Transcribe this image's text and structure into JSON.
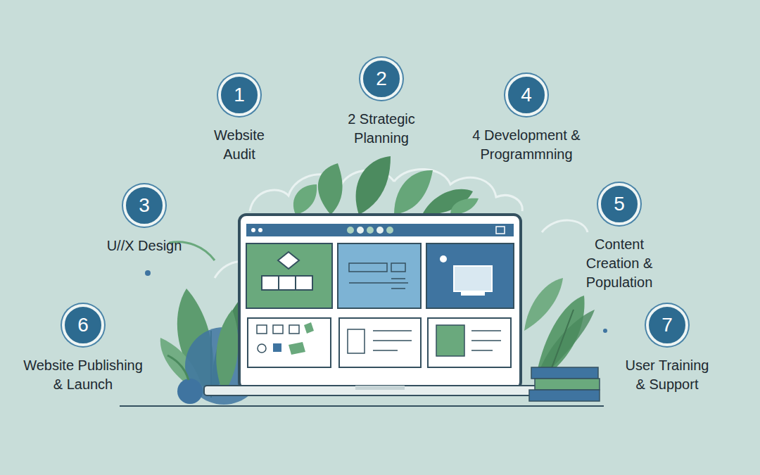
{
  "diagram": {
    "nodes": [
      {
        "text": [
          "1",
          "Website Audit"
        ]
      },
      {
        "text": [
          "2",
          "2 Strategic Planning"
        ]
      },
      {
        "text": [
          "4",
          "4 Development & Programmning"
        ]
      },
      {
        "text": [
          "3",
          "U//X Design"
        ]
      },
      {
        "text": [
          "5",
          "Content Creation & Population"
        ]
      },
      {
        "text": [
          "6",
          "Website Publishing & Launch"
        ]
      },
      {
        "text": [
          "7",
          "User Training & Support"
        ]
      }
    ]
  }
}
